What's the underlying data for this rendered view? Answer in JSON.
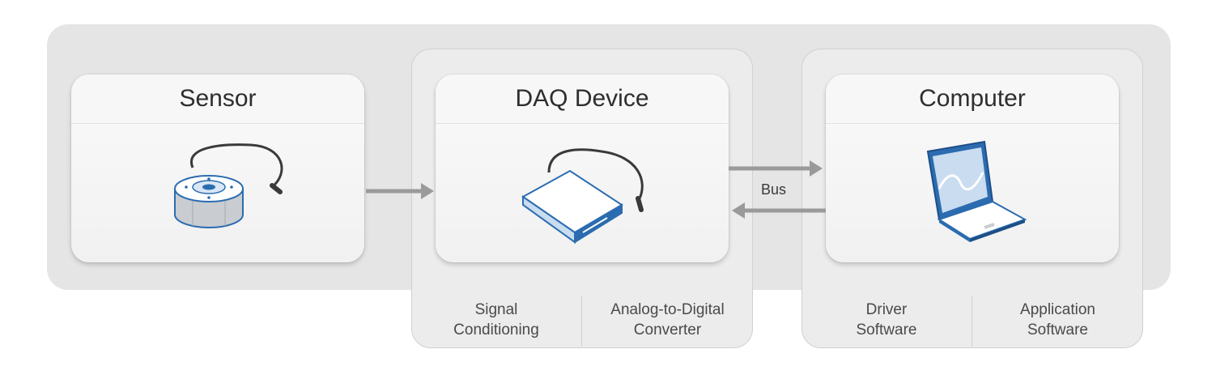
{
  "diagram": {
    "sensor": {
      "title": "Sensor",
      "icon": "sensor-icon"
    },
    "daq_device": {
      "title": "DAQ Device",
      "icon": "daq-device-icon",
      "components": [
        {
          "line1": "Signal",
          "line2": "Conditioning"
        },
        {
          "line1": "Analog-to-Digital",
          "line2": "Converter"
        }
      ]
    },
    "computer": {
      "title": "Computer",
      "icon": "laptop-icon",
      "components": [
        {
          "line1": "Driver",
          "line2": "Software"
        },
        {
          "line1": "Application",
          "line2": "Software"
        }
      ]
    },
    "connections": {
      "sensor_to_daq": "",
      "bus_label": "Bus"
    },
    "colors": {
      "accent": "#2b6cb0",
      "arrow": "#9a9a9a",
      "band": "#e5e5e5"
    }
  }
}
